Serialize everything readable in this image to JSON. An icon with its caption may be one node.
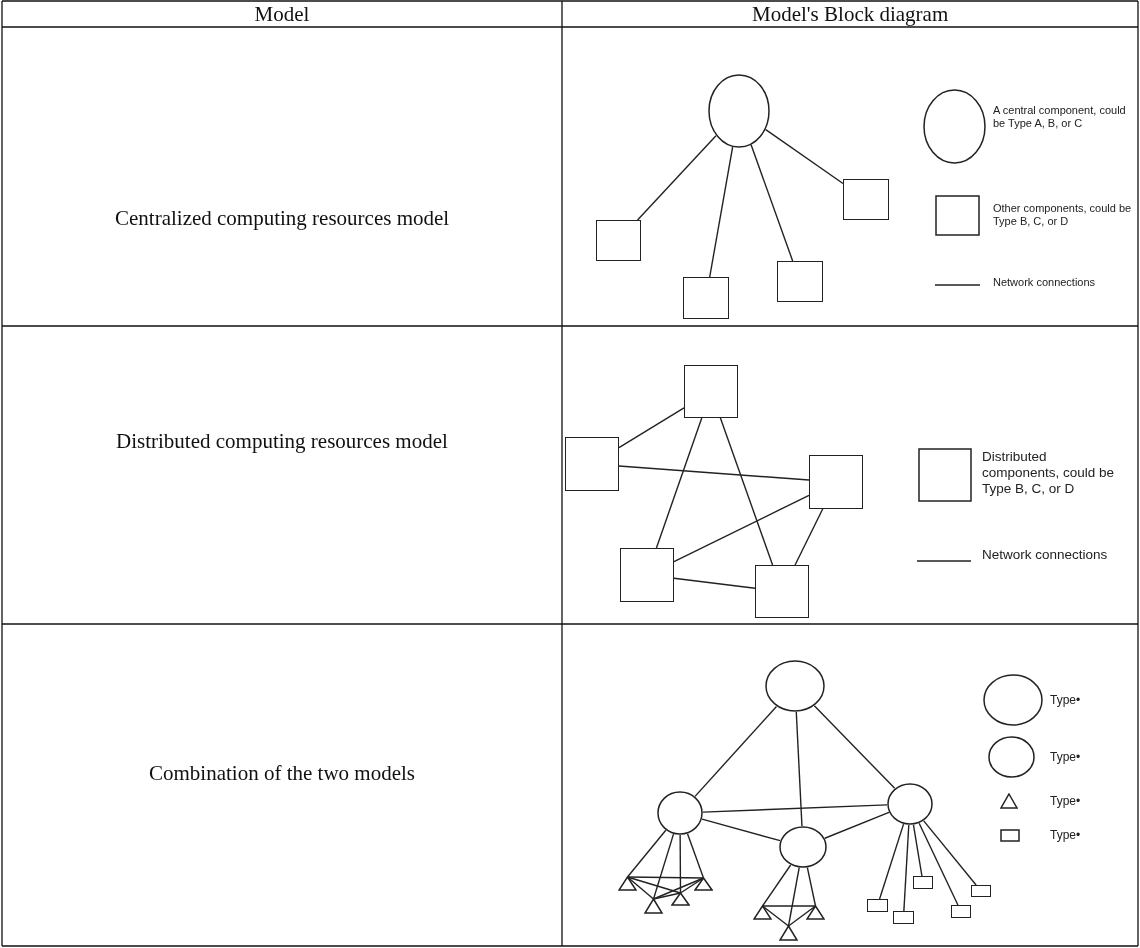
{
  "diagram": {
    "nodes": [
      {
        "text": [],
        "shape": "circle"
      },
      {
        "text": [],
        "shape": "box"
      },
      {
        "text": [],
        "shape": "box"
      },
      {
        "text": [],
        "shape": "box"
      },
      {
        "text": [],
        "shape": "box"
      },
      {
        "text": [],
        "shape": "box"
      },
      {
        "text": [],
        "shape": "box"
      },
      {
        "text": [],
        "shape": "box"
      },
      {
        "text": [],
        "shape": "box"
      },
      {
        "text": [],
        "shape": "box"
      },
      {
        "text": [],
        "shape": "circle"
      },
      {
        "text": [],
        "shape": "circle"
      },
      {
        "text": [],
        "shape": "circle"
      },
      {
        "text": [],
        "shape": "circle"
      },
      {
        "text": [],
        "shape": "triangle"
      },
      {
        "text": [],
        "shape": "triangle"
      },
      {
        "text": [],
        "shape": "triangle"
      },
      {
        "text": [],
        "shape": "triangle"
      },
      {
        "text": [],
        "shape": "triangle"
      },
      {
        "text": [],
        "shape": "triangle"
      },
      {
        "text": [],
        "shape": "triangle"
      },
      {
        "text": [],
        "shape": "box"
      },
      {
        "text": [],
        "shape": "box"
      },
      {
        "text": [],
        "shape": "box"
      },
      {
        "text": [],
        "shape": "box"
      },
      {
        "text": [],
        "shape": "box"
      }
    ],
    "edges": [
      {
        "from": 0,
        "to": 1,
        "arrow": "none"
      },
      {
        "from": 0,
        "to": 2,
        "arrow": "none"
      },
      {
        "from": 0,
        "to": 3,
        "arrow": "none"
      },
      {
        "from": 0,
        "to": 4,
        "arrow": "none"
      },
      {
        "from": 7,
        "to": 5,
        "arrow": "none"
      },
      {
        "from": 5,
        "to": 9,
        "arrow": "none"
      },
      {
        "from": 7,
        "to": 6,
        "arrow": "none"
      },
      {
        "from": 7,
        "to": 8,
        "arrow": "none"
      },
      {
        "from": 6,
        "to": 9,
        "arrow": "none"
      },
      {
        "from": 6,
        "to": 8,
        "arrow": "none"
      },
      {
        "from": 9,
        "to": 8,
        "arrow": "none"
      },
      {
        "from": 10,
        "to": 11,
        "arrow": "none"
      },
      {
        "from": 10,
        "to": 12,
        "arrow": "none"
      },
      {
        "from": 10,
        "to": 13,
        "arrow": "none"
      },
      {
        "from": 11,
        "to": 13,
        "arrow": "none"
      },
      {
        "from": 11,
        "to": 12,
        "arrow": "none"
      },
      {
        "from": 12,
        "to": 13,
        "arrow": "none"
      },
      {
        "from": 11,
        "to": 14,
        "arrow": "none"
      },
      {
        "from": 11,
        "to": 15,
        "arrow": "none"
      },
      {
        "from": 11,
        "to": 16,
        "arrow": "none"
      },
      {
        "from": 11,
        "to": 17,
        "arrow": "none"
      },
      {
        "from": 14,
        "to": 15,
        "arrow": "none"
      },
      {
        "from": 14,
        "to": 16,
        "arrow": "none"
      },
      {
        "from": 14,
        "to": 17,
        "arrow": "none"
      },
      {
        "from": 15,
        "to": 16,
        "arrow": "none"
      },
      {
        "from": 15,
        "to": 17,
        "arrow": "none"
      },
      {
        "from": 16,
        "to": 17,
        "arrow": "none"
      },
      {
        "from": 12,
        "to": 18,
        "arrow": "none"
      },
      {
        "from": 12,
        "to": 19,
        "arrow": "none"
      },
      {
        "from": 12,
        "to": 20,
        "arrow": "none"
      },
      {
        "from": 18,
        "to": 19,
        "arrow": "none"
      },
      {
        "from": 18,
        "to": 20,
        "arrow": "none"
      },
      {
        "from": 19,
        "to": 20,
        "arrow": "none"
      },
      {
        "from": 13,
        "to": 21,
        "arrow": "none"
      },
      {
        "from": 13,
        "to": 22,
        "arrow": "none"
      },
      {
        "from": 13,
        "to": 23,
        "arrow": "none"
      },
      {
        "from": 13,
        "to": 24,
        "arrow": "none"
      },
      {
        "from": 13,
        "to": 25,
        "arrow": "none"
      }
    ],
    "labels": [
      "Model",
      "Model's Block diagram",
      "Centralized computing resources model",
      "Distributed computing resources model",
      "Combination of the two models"
    ],
    "legend": [
      {
        "text": "A central component, could be Type A, B, or C"
      },
      {
        "text": "Other components, could be Type B, C, or D"
      },
      {
        "text": "Network connections"
      },
      {
        "text": "Distributed components, could be Type B, C, or D"
      },
      {
        "text": "Network connections"
      },
      {
        "text": "Type•"
      },
      {
        "text": "Type•"
      },
      {
        "text": "Type•"
      },
      {
        "text": "Type•"
      }
    ]
  }
}
